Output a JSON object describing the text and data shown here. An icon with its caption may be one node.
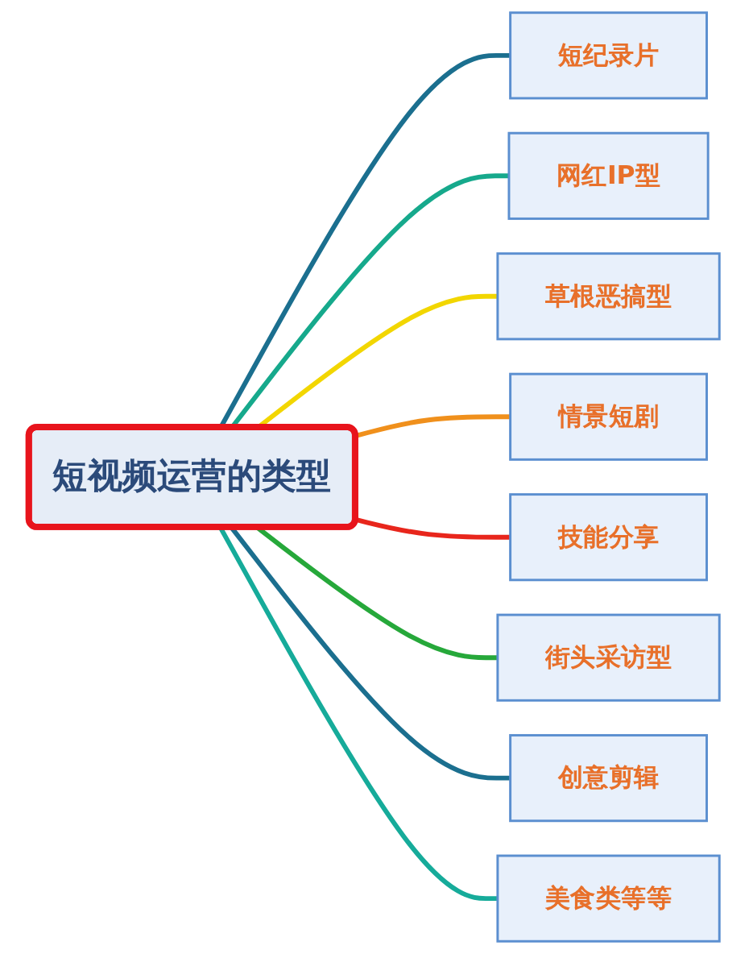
{
  "diagram": {
    "nodes": [
      {
        "text": [
          "短视频运营的类型"
        ]
      },
      {
        "text": [
          "短纪录片"
        ]
      },
      {
        "text": [
          "网红IP型"
        ]
      },
      {
        "text": [
          "草根恶搞型"
        ]
      },
      {
        "text": [
          "情景短剧"
        ]
      },
      {
        "text": [
          "技能分享"
        ]
      },
      {
        "text": [
          "街头采访型"
        ]
      },
      {
        "text": [
          "创意剪辑"
        ]
      },
      {
        "text": [
          "美食类等等"
        ]
      }
    ],
    "edges": [
      {
        "from": 0,
        "to": 1,
        "arrow": "none",
        "color": "#1b6f8f"
      },
      {
        "from": 0,
        "to": 2,
        "arrow": "none",
        "color": "#16a98c"
      },
      {
        "from": 0,
        "to": 3,
        "arrow": "none",
        "color": "#f2d600"
      },
      {
        "from": 0,
        "to": 4,
        "arrow": "none",
        "color": "#f0901c"
      },
      {
        "from": 0,
        "to": 5,
        "arrow": "none",
        "color": "#e8261c"
      },
      {
        "from": 0,
        "to": 6,
        "arrow": "none",
        "color": "#26a83a"
      },
      {
        "from": 0,
        "to": 7,
        "arrow": "none",
        "color": "#1b6f8f"
      },
      {
        "from": 0,
        "to": 8,
        "arrow": "none",
        "color": "#16ab9a"
      }
    ]
  }
}
